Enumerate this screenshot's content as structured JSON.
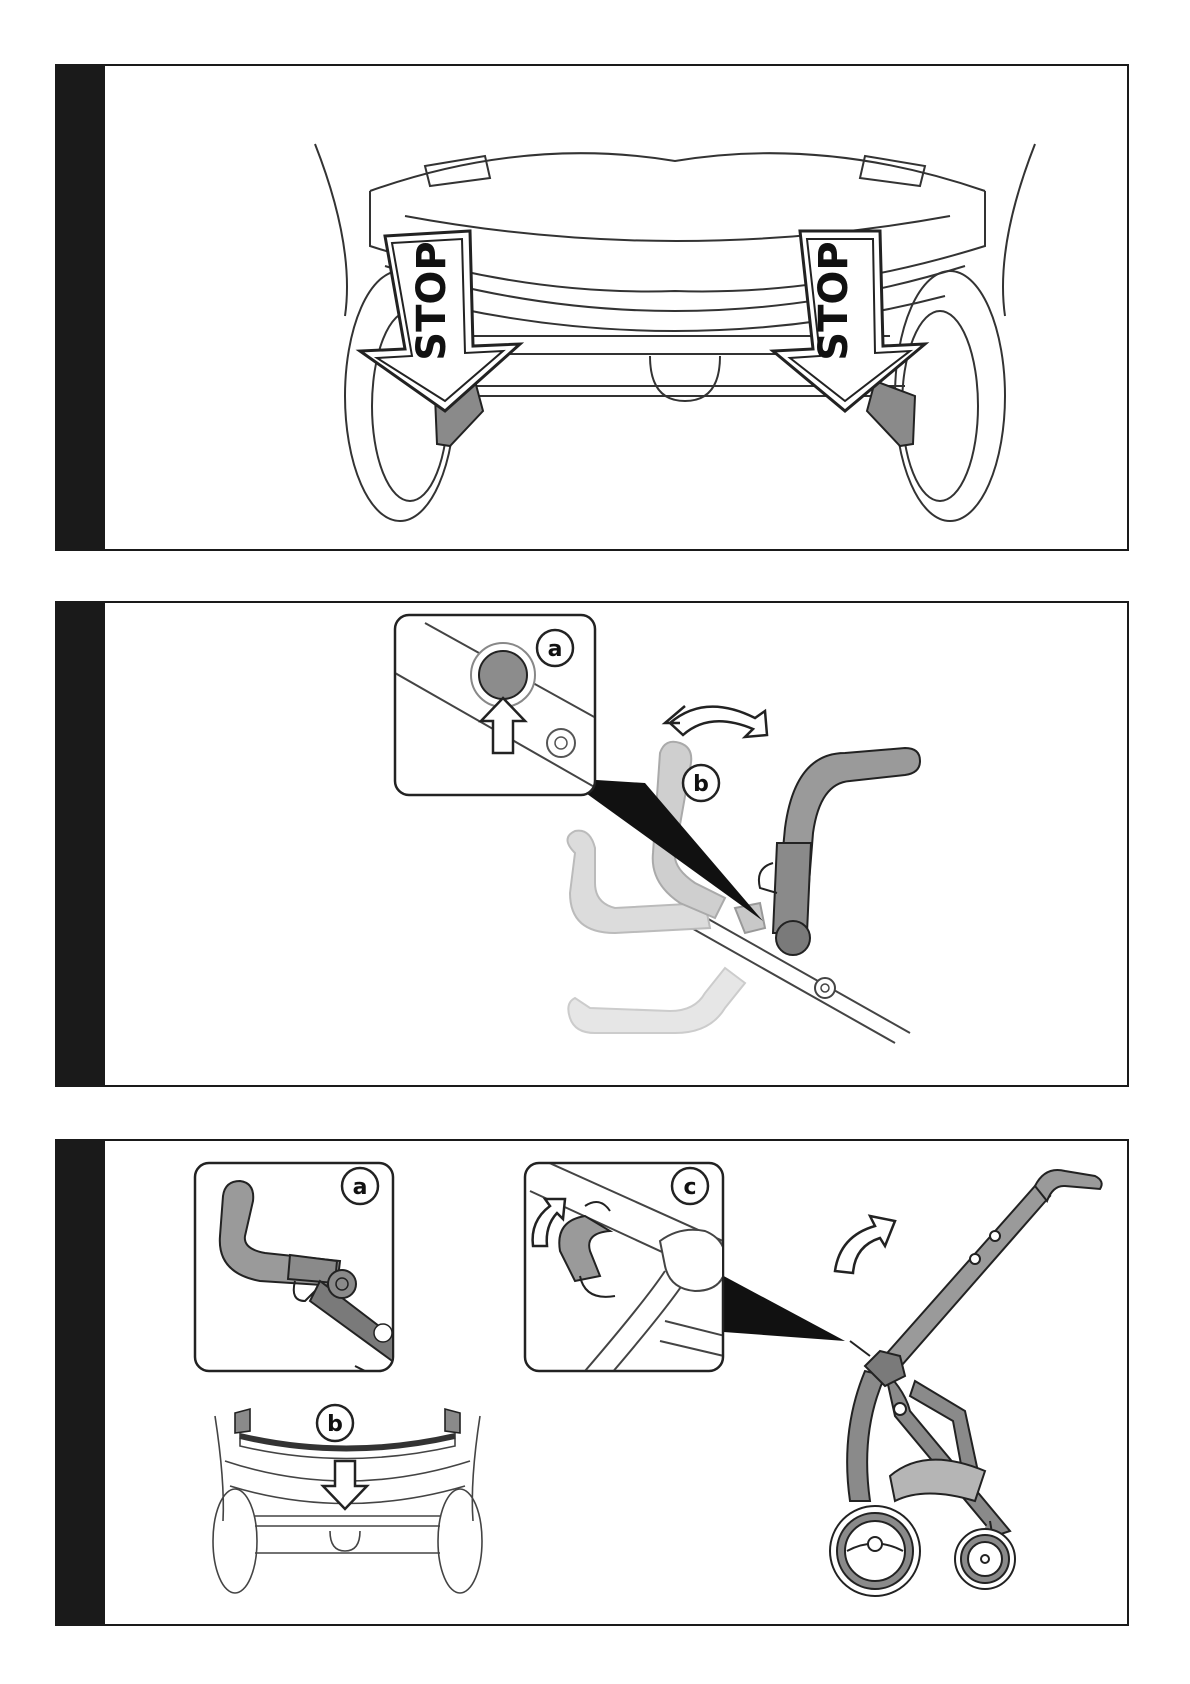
{
  "panel1": {
    "stop_left": "STOP",
    "stop_right": "STOP"
  },
  "panel2": {
    "callout_a": "a",
    "callout_b": "b"
  },
  "panel3": {
    "callout_a": "a",
    "callout_b": "b",
    "callout_c": "c"
  }
}
